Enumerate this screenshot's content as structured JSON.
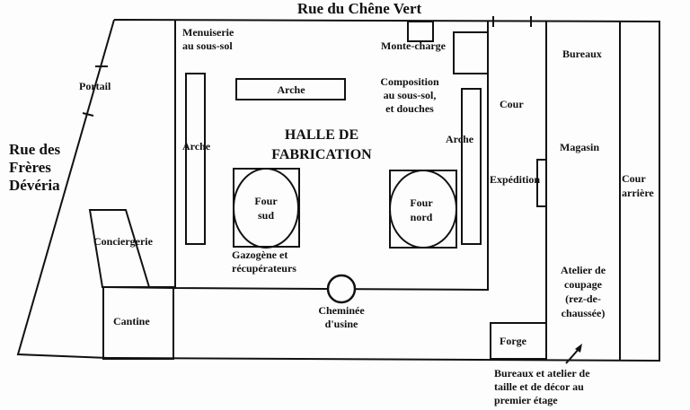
{
  "streets": {
    "top": "Rue du Chêne Vert",
    "left": [
      "Rue des",
      "Frères",
      "Dévéria"
    ]
  },
  "labels": {
    "portail": "Portail",
    "menuiserie": [
      "Menuiserie",
      "au sous-sol"
    ],
    "arche": "Arche",
    "monte_charge": "Monte-charge",
    "composition": [
      "Composition",
      "au sous-sol,",
      "et douches"
    ],
    "halle": [
      "HALLE DE",
      "FABRICATION"
    ],
    "four_sud": [
      "Four",
      "sud"
    ],
    "four_nord": [
      "Four",
      "nord"
    ],
    "gazogene": [
      "Gazogène et",
      "récupérateurs"
    ],
    "conciergerie": "Conciergerie",
    "cantine": "Cantine",
    "cheminee": [
      "Cheminée",
      "d'usine"
    ],
    "cour": "Cour",
    "expedition": "Expédition",
    "forge": "Forge",
    "bureaux": "Bureaux",
    "magasin": "Magasin",
    "cour_arriere": [
      "Cour",
      "arrière"
    ],
    "atelier": [
      "Atelier de",
      "coupage",
      "(rez-de-",
      "chaussée)"
    ],
    "note": [
      "Bureaux et atelier de",
      "taille et de décor au",
      "premier étage"
    ]
  }
}
